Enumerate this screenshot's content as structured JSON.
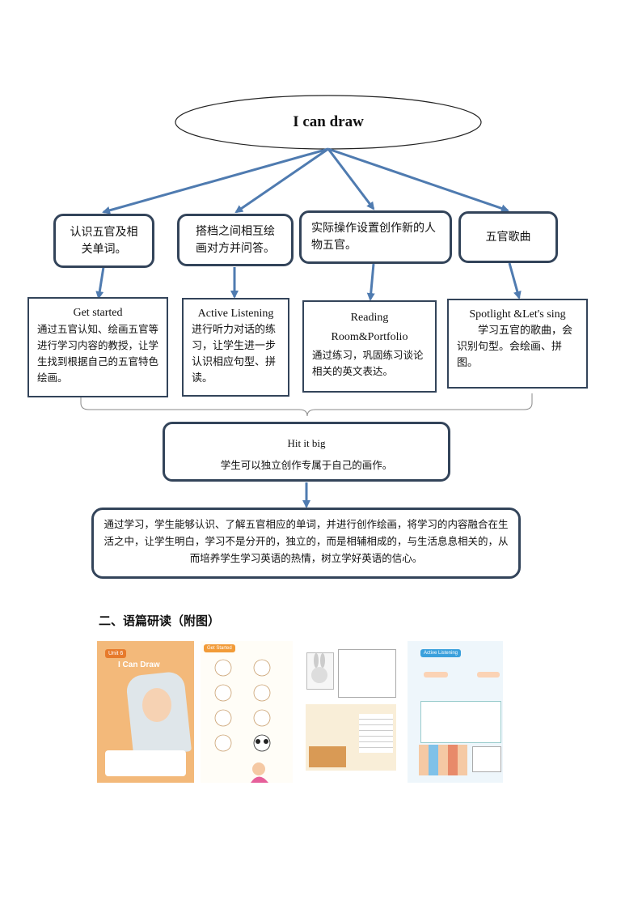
{
  "diagram": {
    "root": "I can draw",
    "topics": [
      "认识五官及相关单词。",
      "搭档之间相互绘画对方并问答。",
      "实际操作设置创作新的人物五官。",
      "五官歌曲"
    ],
    "sections": [
      {
        "head": "Get started",
        "body": "通过五官认知、绘画五官等进行学习内容的教授，让学生找到根据自己的五官特色绘画。"
      },
      {
        "head": "Active Listening",
        "body": "进行听力对话的练习，让学生进一步认识相应句型、拼读。"
      },
      {
        "head": "Reading Room&Portfolio",
        "body": "通过练习，巩固练习谈论相关的英文表达。"
      },
      {
        "head": "Spotlight &Let's sing",
        "body": "学习五官的歌曲，会识别句型。会绘画、拼图。"
      }
    ],
    "hit": {
      "head": "Hit it big",
      "body": "学生可以独立创作专属于自己的画作。"
    },
    "summary": "通过学习，学生能够认识、了解五官相应的单词，并进行创作绘画，将学习的内容融合在生活之中，让学生明白，学习不是分开的，独立的，而是相辅相成的，与生活息息相关的，从而培养学生学习英语的热情，树立学好英语的信心。"
  },
  "section_title": "二、语篇研读（附图）",
  "thumbnails": {
    "unit_badge": "Unit 6",
    "unit_title": "I Can Draw",
    "get_started": "Get Started",
    "active_listening": "Active Listening"
  },
  "colors": {
    "border": "#33445a",
    "arrow": "#4f7bb0"
  }
}
